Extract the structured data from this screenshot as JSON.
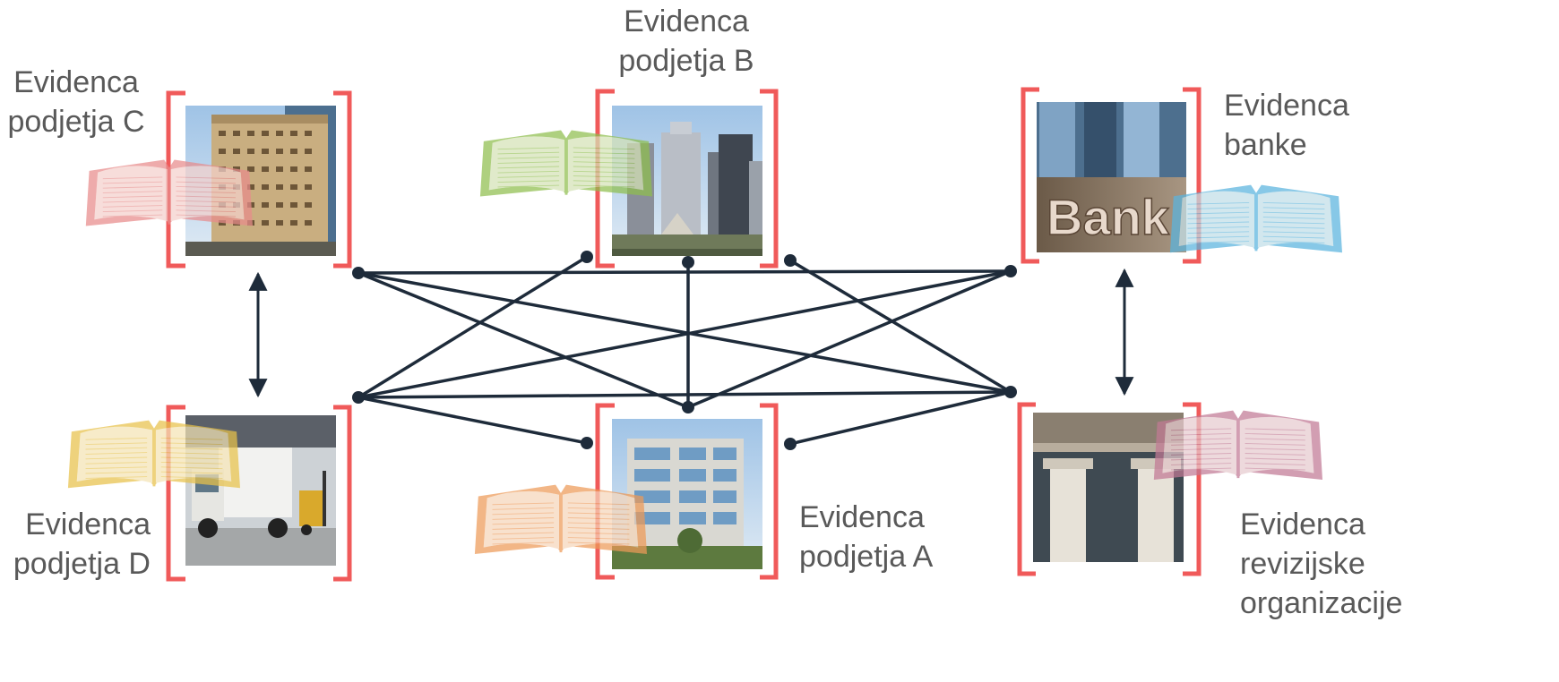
{
  "nodes": [
    {
      "id": "company-c",
      "label_lines": [
        "Evidenca",
        "podjetja C"
      ],
      "book_color": "#e88c8c",
      "photo": "office-tower"
    },
    {
      "id": "company-b",
      "label_lines": [
        "Evidenca",
        "podjetja B"
      ],
      "book_color": "#8fbf4e",
      "photo": "city-skyline"
    },
    {
      "id": "bank",
      "label_lines": [
        "Evidenca",
        "banke"
      ],
      "book_color": "#5ab4de",
      "photo": "bank-sign",
      "photo_text": "Bank"
    },
    {
      "id": "company-d",
      "label_lines": [
        "Evidenca",
        "podjetja D"
      ],
      "book_color": "#e8c24a",
      "photo": "truck-warehouse"
    },
    {
      "id": "company-a",
      "label_lines": [
        "Evidenca",
        "podjetja A"
      ],
      "book_color": "#ee9a58",
      "photo": "glass-office"
    },
    {
      "id": "audit-org",
      "label_lines": [
        "Evidenca",
        "revizijske",
        "organizacije"
      ],
      "book_color": "#c27a95",
      "photo": "classical-columns"
    }
  ],
  "colors": {
    "bracket": "#f05a5a",
    "connector": "#1e2b3a",
    "label": "#595959"
  },
  "icons": [
    "open-ledger-book-icon",
    "double-arrow-icon"
  ]
}
